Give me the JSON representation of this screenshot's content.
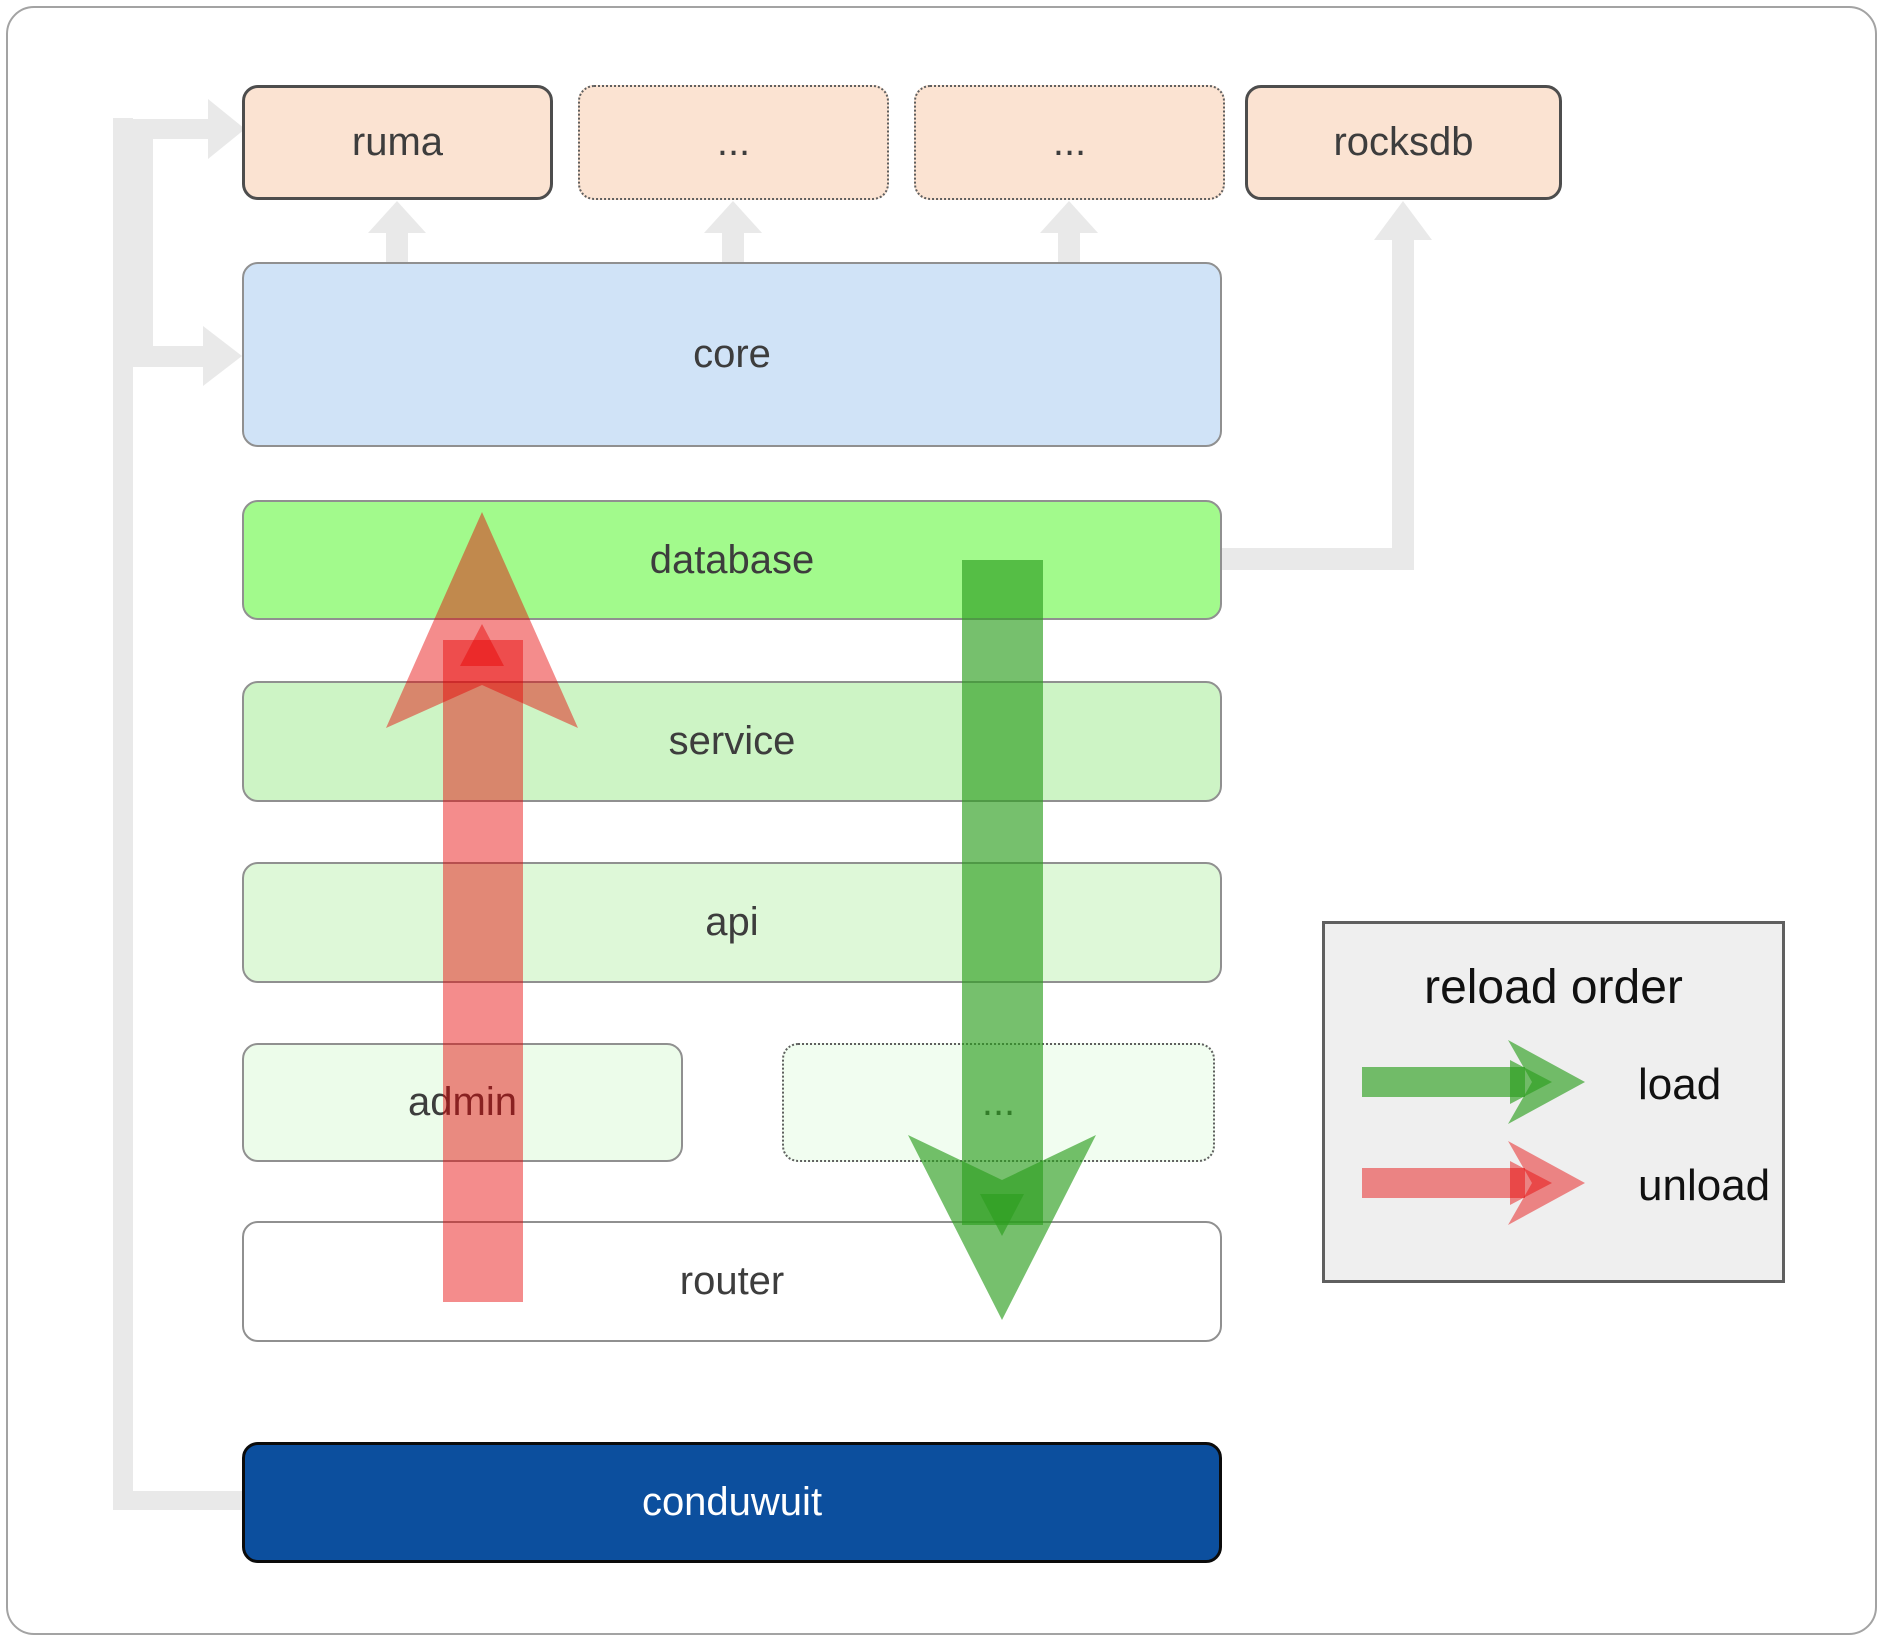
{
  "top_row": [
    {
      "label": "ruma"
    },
    {
      "label": "..."
    },
    {
      "label": "..."
    },
    {
      "label": "rocksdb"
    }
  ],
  "layers": {
    "core": "core",
    "database": "database",
    "service": "service",
    "api": "api"
  },
  "admin_row": [
    {
      "label": "admin"
    },
    {
      "label": "..."
    }
  ],
  "router": {
    "label": "router"
  },
  "app": {
    "label": "conduwuit"
  },
  "legend": {
    "title": "reload order",
    "items": [
      {
        "label": "load"
      },
      {
        "label": "unload"
      }
    ]
  },
  "colors": {
    "peach_box": "#fbe3d2",
    "core_blue": "#d0e3f7",
    "database_green": "#a2fa8c",
    "service_green": "#cdf4c5",
    "api_green": "#def8d8",
    "admin_green": "#ecfcea",
    "misc_green": "#f1fdf0",
    "conduwuit_blue": "#0c4f9e",
    "load_arrow_green": "#2d9e1f",
    "unload_arrow_red": "#e60000",
    "connector_gray": "#e9e9e9"
  }
}
